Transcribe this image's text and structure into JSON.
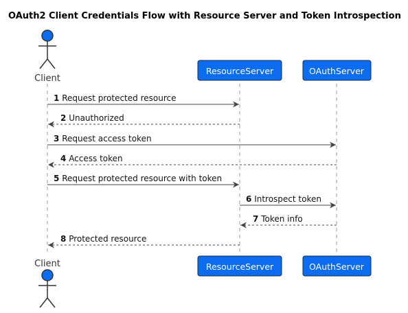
{
  "title": "OAuth2 Client Credentials Flow with Resource Server and Token Introspection",
  "colors": {
    "participant_fill": "#0b6cf0",
    "participant_border": "#1a2c44",
    "actor_fill": "#0b6cf0",
    "actor_stroke": "#333333",
    "lifeline": "#999999",
    "arrow": "#444444"
  },
  "participants": [
    {
      "id": "client",
      "label": "Client",
      "kind": "actor"
    },
    {
      "id": "resource",
      "label": "ResourceServer",
      "kind": "box"
    },
    {
      "id": "oauth",
      "label": "OAuthServer",
      "kind": "box"
    }
  ],
  "messages": [
    {
      "num": "1",
      "text": "Request protected resource",
      "from": "client",
      "to": "resource",
      "style": "solid"
    },
    {
      "num": "2",
      "text": "Unauthorized",
      "from": "resource",
      "to": "client",
      "style": "dashed"
    },
    {
      "num": "3",
      "text": "Request access token",
      "from": "client",
      "to": "oauth",
      "style": "solid"
    },
    {
      "num": "4",
      "text": "Access token",
      "from": "oauth",
      "to": "client",
      "style": "dashed"
    },
    {
      "num": "5",
      "text": "Request protected resource with token",
      "from": "client",
      "to": "resource",
      "style": "solid"
    },
    {
      "num": "6",
      "text": "Introspect token",
      "from": "resource",
      "to": "oauth",
      "style": "solid"
    },
    {
      "num": "7",
      "text": "Token info",
      "from": "oauth",
      "to": "resource",
      "style": "dashed"
    },
    {
      "num": "8",
      "text": "Protected resource",
      "from": "resource",
      "to": "client",
      "style": "dashed"
    }
  ]
}
